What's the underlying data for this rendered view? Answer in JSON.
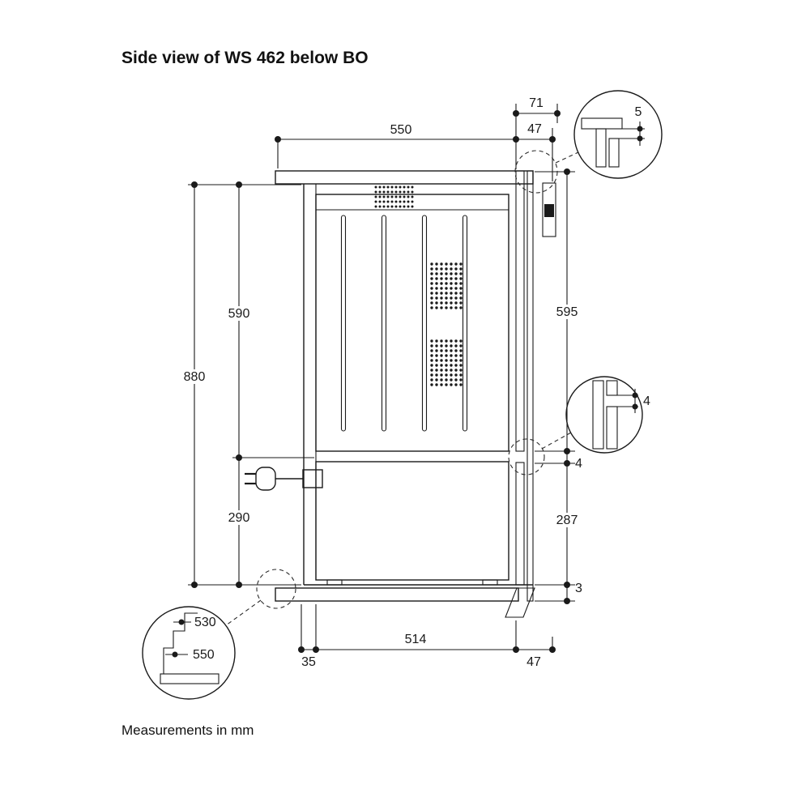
{
  "title": "Side view of WS 462 below BO",
  "footer_note": "Measurements in mm",
  "dimensions": {
    "top_width": "550",
    "top_right_outer": "71",
    "top_right_inner": "47",
    "detail_top_gap": "5",
    "total_height": "880",
    "upper_niche_height": "590",
    "lower_niche_height": "290",
    "right_upper_height": "595",
    "unit_gap": "4",
    "detail_middle_gap": "4",
    "right_lower_height": "287",
    "bottom_clearance": "3",
    "bottom_depth": "514",
    "bottom_back_offset": "35",
    "bottom_front_depth": "47",
    "detail_plinth_upper": "530",
    "detail_plinth_lower": "550"
  }
}
